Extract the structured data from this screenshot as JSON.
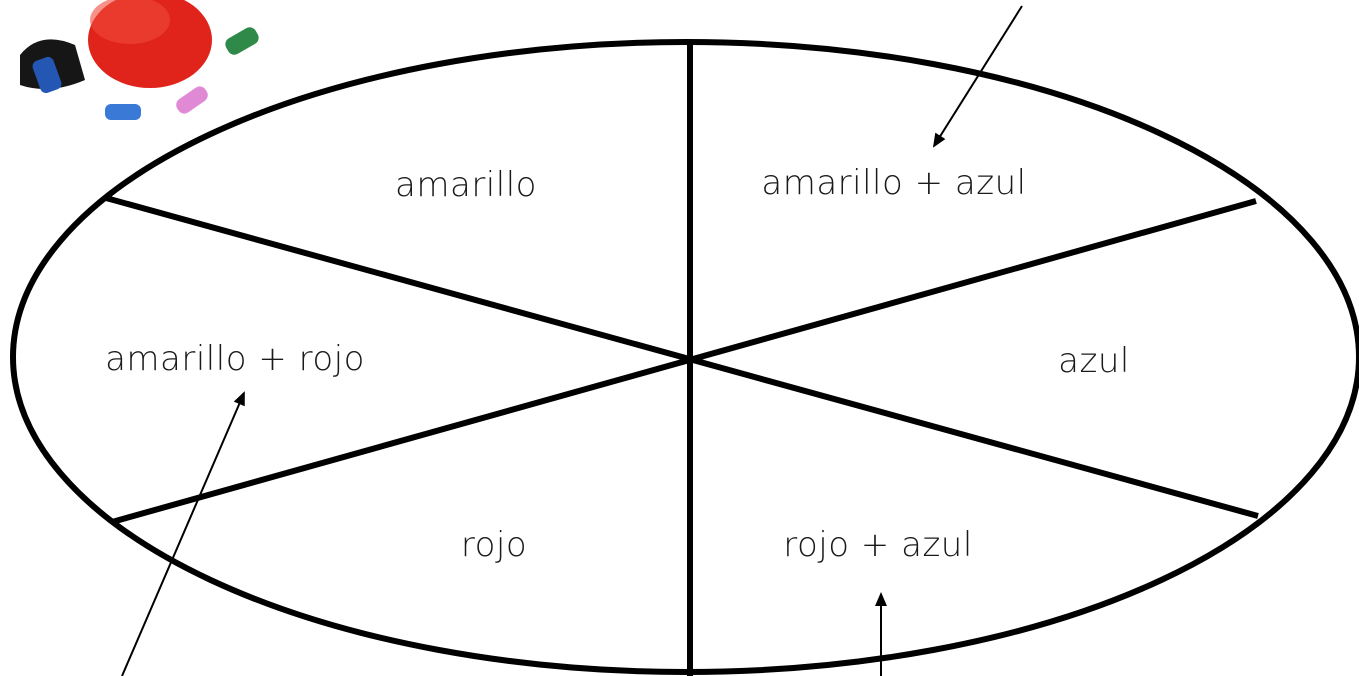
{
  "segments": {
    "top_left": "amarillo",
    "top_right": "amarillo + azul",
    "right": "azul",
    "bottom_right": "rojo + azul",
    "bottom_left": "rojo",
    "left": "amarillo + rojo"
  },
  "colors": {
    "outline": "#000000",
    "text": "#1a1a1a",
    "pouch_red": "#e0241b",
    "spool_green": "#2f8a4a",
    "spool_blue": "#2457b3",
    "spool_pink": "#e08ad6"
  },
  "decoration": {
    "icon": "sewing-pouch-with-thread-spools"
  }
}
